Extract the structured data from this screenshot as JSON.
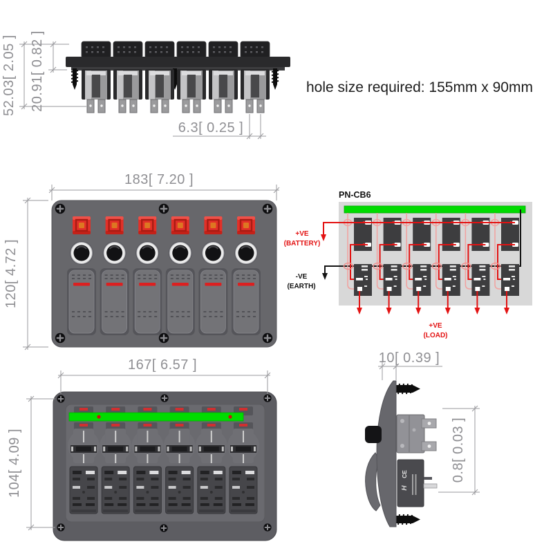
{
  "note": {
    "hole_size": "hole size required: 155mm x 90mm"
  },
  "product": {
    "model": "PN-CB6",
    "gang_count": 6
  },
  "dims": {
    "top_view": {
      "total_depth": "52.03[ 2.05 ]",
      "rear_depth": "20.91[ 0.82 ]",
      "terminal_pitch": "6.3[ 0.25 ]"
    },
    "front_view": {
      "width": "183[ 7.20 ]",
      "height": "120[ 4.72 ]"
    },
    "back_view": {
      "mount_width": "167[ 6.57 ]",
      "mount_height": "104[ 4.09 ]"
    },
    "side_view": {
      "panel_thickness": "10[ 0.39 ]",
      "terminal_thickness": "0.8[ 0.03 ]"
    }
  },
  "wiring": {
    "title": "PN-CB6",
    "battery_line1": "+VE",
    "battery_line2": "(BATTERY)",
    "earth_line1": "-VE",
    "earth_line2": "(EARTH)",
    "load_line1": "+VE",
    "load_line2": "(LOAD)"
  },
  "side_markings": {
    "ce_mark": "CE"
  },
  "colors": {
    "bus_bar_green": "#00dc00",
    "indicator_red": "#e23028",
    "wire_red": "#e31212",
    "wire_pink": "#f2a09e",
    "wire_black": "#141414",
    "panel_gray": "#67676b",
    "diagram_background": "#d8d8d8",
    "dimension_text": "#8f8f93"
  }
}
